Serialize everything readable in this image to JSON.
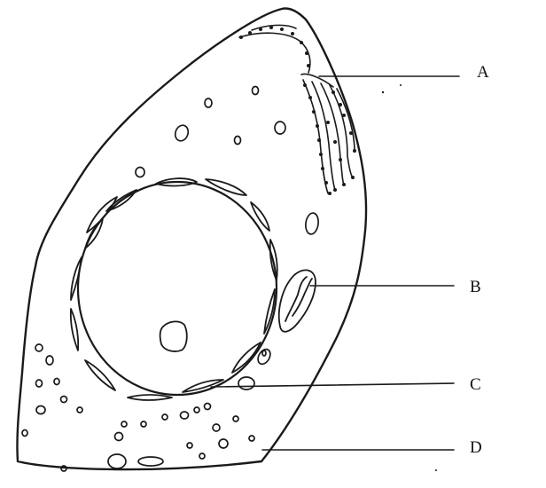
{
  "diagram": {
    "labels": {
      "a": "A",
      "b": "B",
      "c": "C",
      "d": "D"
    },
    "line_color": "#1a1a1a",
    "background": "#ffffff"
  }
}
